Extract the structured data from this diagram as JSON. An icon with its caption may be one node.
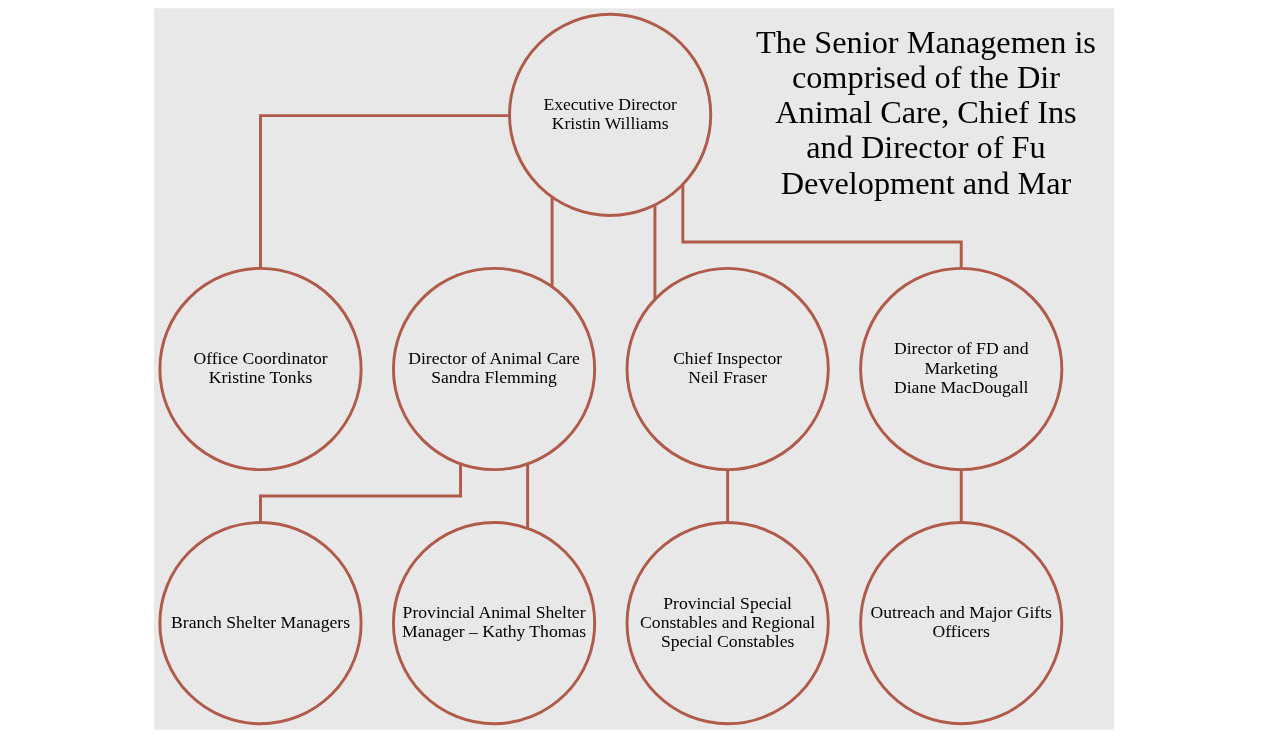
{
  "diagram": {
    "nodes": [
      {
        "text": [
          "Executive Director",
          "Kristin Williams"
        ]
      },
      {
        "text": [
          "Office Coordinator",
          "Kristine Tonks"
        ]
      },
      {
        "text": [
          "Director of Animal Care",
          "Sandra Flemming"
        ]
      },
      {
        "text": [
          "Chief Inspector",
          "Neil Fraser"
        ]
      },
      {
        "text": [
          "Director of FD and Marketing",
          "Diane MacDougall"
        ]
      },
      {
        "text": [
          "Branch Shelter Managers"
        ]
      },
      {
        "text": [
          "Provincial Animal Shelter Manager – Kathy Thomas"
        ]
      },
      {
        "text": [
          "Provincial Special Constables and Regional Special Constables"
        ]
      },
      {
        "text": [
          "Outreach and Major Gifts Officers"
        ]
      }
    ],
    "edges": [
      {
        "from": 0,
        "to": 1,
        "arrow": "none"
      },
      {
        "from": 0,
        "to": 2,
        "arrow": "none"
      },
      {
        "from": 0,
        "to": 3,
        "arrow": "none"
      },
      {
        "from": 0,
        "to": 4,
        "arrow": "none"
      },
      {
        "from": 2,
        "to": 5,
        "arrow": "none"
      },
      {
        "from": 2,
        "to": 6,
        "arrow": "none"
      },
      {
        "from": 3,
        "to": 7,
        "arrow": "none"
      },
      {
        "from": 4,
        "to": 8,
        "arrow": "none"
      }
    ],
    "labels": [
      "The Senior Managemen is comprised of the Dir Animal Care, Chief Ins and Director of Fu Development and Mar"
    ]
  }
}
